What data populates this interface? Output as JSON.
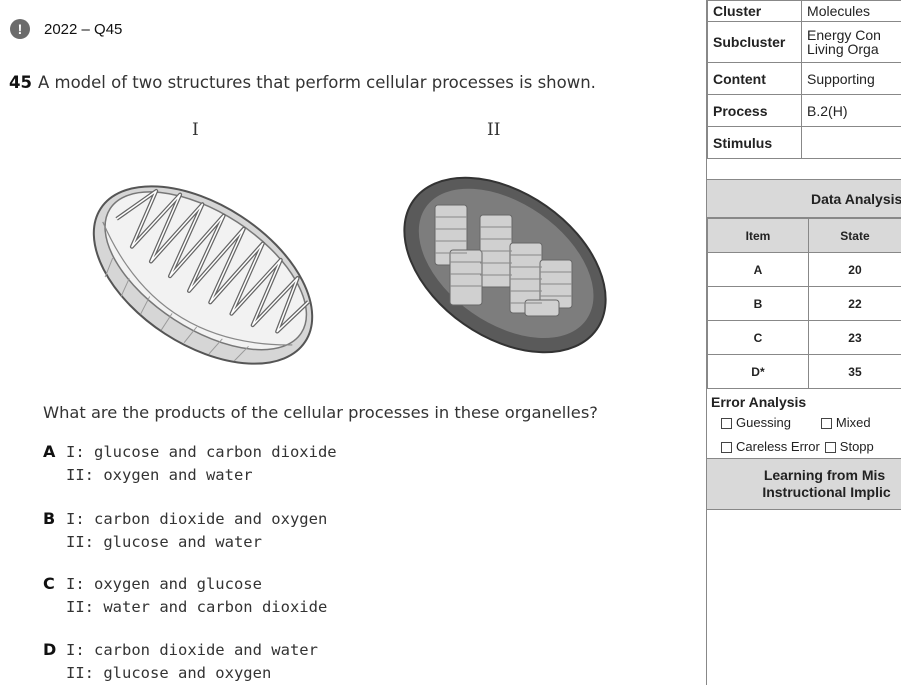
{
  "header": {
    "icon": "alert-icon",
    "alert_glyph": "!",
    "title": "2022 – Q45"
  },
  "question": {
    "number": "45",
    "stem": "A model of two structures that perform cellular processes is shown.",
    "labels": [
      "I",
      "II"
    ],
    "prompt": "What are the products of the cellular processes in these organelles?",
    "choices": [
      {
        "letter": "A",
        "line1": "I: glucose and carbon dioxide",
        "line2": "II: oxygen and water"
      },
      {
        "letter": "B",
        "line1": "I: carbon dioxide and oxygen",
        "line2": "II: glucose and water"
      },
      {
        "letter": "C",
        "line1": "I: oxygen and glucose",
        "line2": "II: water and carbon dioxide"
      },
      {
        "letter": "D",
        "line1": "I: carbon dioxide and water",
        "line2": "II: glucose and oxygen"
      }
    ]
  },
  "sidebar": {
    "meta": [
      {
        "key": "Cluster",
        "value": "Molecules"
      },
      {
        "key": "Subcluster",
        "value": "Energy Con",
        "value2": "Living Orga"
      },
      {
        "key": "Content",
        "value": "Supporting"
      },
      {
        "key": "Process",
        "value": "B.2(H)"
      },
      {
        "key": "Stimulus",
        "value": ""
      }
    ],
    "data_analysis": {
      "title": "Data Analysis",
      "columns": [
        "Item",
        "State"
      ],
      "rows": [
        [
          "A",
          "20"
        ],
        [
          "B",
          "22"
        ],
        [
          "C",
          "23"
        ],
        [
          "D*",
          "35"
        ]
      ]
    },
    "error_analysis": {
      "title": "Error Analysis",
      "options": [
        "Guessing",
        "Mixed",
        "Careless Error",
        "Stopp"
      ]
    },
    "learning": {
      "line1": "Learning from Mis",
      "line2": "Instructional Implic"
    }
  }
}
